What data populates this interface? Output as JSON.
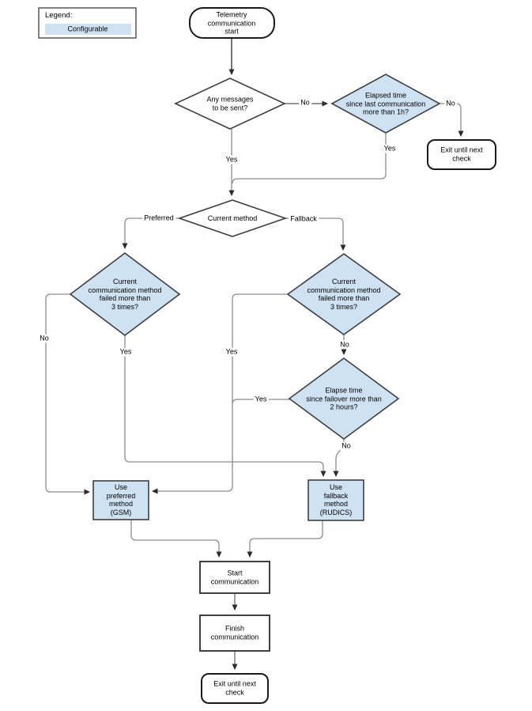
{
  "legend": {
    "title": "Legend:",
    "item_label": "Configurable"
  },
  "colors": {
    "configurable_fill": "#cfe2f3",
    "plain_fill": "#ffffff",
    "shape_stroke": "#3f3f3f",
    "terminator_stroke": "#1a1a1a",
    "connector": "#8c8c8c",
    "arrowhead": "#2b2b2b"
  },
  "nodes": {
    "start": {
      "label": "Telemetry\ncommunication\nstart",
      "shape": "terminator",
      "configurable": false
    },
    "any_messages": {
      "label": "Any messages\nto be sent?",
      "shape": "decision",
      "configurable": false
    },
    "elapsed_last_comm": {
      "label": "Elapsed time\nsince last communication\nmore than 1h?",
      "shape": "decision",
      "configurable": true
    },
    "exit_check_top": {
      "label": "Exit until next\ncheck",
      "shape": "terminator",
      "configurable": false
    },
    "current_method": {
      "label": "Current method",
      "shape": "decision",
      "configurable": false
    },
    "preferred_failed": {
      "label": "Current\ncommunication method\nfailed more than\n3 times?",
      "shape": "decision",
      "configurable": true
    },
    "fallback_failed": {
      "label": "Current\ncommunication method\nfailed more than\n3 times?",
      "shape": "decision",
      "configurable": true
    },
    "elapse_failover": {
      "label": "Elapse time\nsince failover more than\n2 hours?",
      "shape": "decision",
      "configurable": true
    },
    "use_preferred": {
      "label": "Use\npreferred\nmethod\n(GSM)",
      "shape": "process",
      "configurable": true
    },
    "use_fallback": {
      "label": "Use\nfallback\nmethod\n(RUDICS)",
      "shape": "process",
      "configurable": true
    },
    "start_comm": {
      "label": "Start\ncommunication",
      "shape": "process",
      "configurable": false
    },
    "finish_comm": {
      "label": "Finish\ncommunication",
      "shape": "process",
      "configurable": false
    },
    "exit_check_bottom": {
      "label": "Exit until next\ncheck",
      "shape": "terminator",
      "configurable": false
    }
  },
  "edges": [
    {
      "from": "start",
      "to": "any_messages",
      "label": ""
    },
    {
      "from": "any_messages",
      "to": "elapsed_last_comm",
      "label": "No"
    },
    {
      "from": "any_messages",
      "to": "current_method",
      "label": "Yes"
    },
    {
      "from": "elapsed_last_comm",
      "to": "exit_check_top",
      "label": "No"
    },
    {
      "from": "elapsed_last_comm",
      "to": "current_method",
      "label": "Yes"
    },
    {
      "from": "current_method",
      "to": "preferred_failed",
      "label": "Preferred"
    },
    {
      "from": "current_method",
      "to": "fallback_failed",
      "label": "Fallback"
    },
    {
      "from": "preferred_failed",
      "to": "use_preferred",
      "label": "No"
    },
    {
      "from": "preferred_failed",
      "to": "use_fallback",
      "label": "Yes"
    },
    {
      "from": "fallback_failed",
      "to": "use_preferred",
      "label": "Yes"
    },
    {
      "from": "fallback_failed",
      "to": "elapse_failover",
      "label": "No"
    },
    {
      "from": "elapse_failover",
      "to": "use_preferred",
      "label": "Yes"
    },
    {
      "from": "elapse_failover",
      "to": "use_fallback",
      "label": "No"
    },
    {
      "from": "use_preferred",
      "to": "start_comm",
      "label": ""
    },
    {
      "from": "use_fallback",
      "to": "start_comm",
      "label": ""
    },
    {
      "from": "start_comm",
      "to": "finish_comm",
      "label": ""
    },
    {
      "from": "finish_comm",
      "to": "exit_check_bottom",
      "label": ""
    }
  ]
}
